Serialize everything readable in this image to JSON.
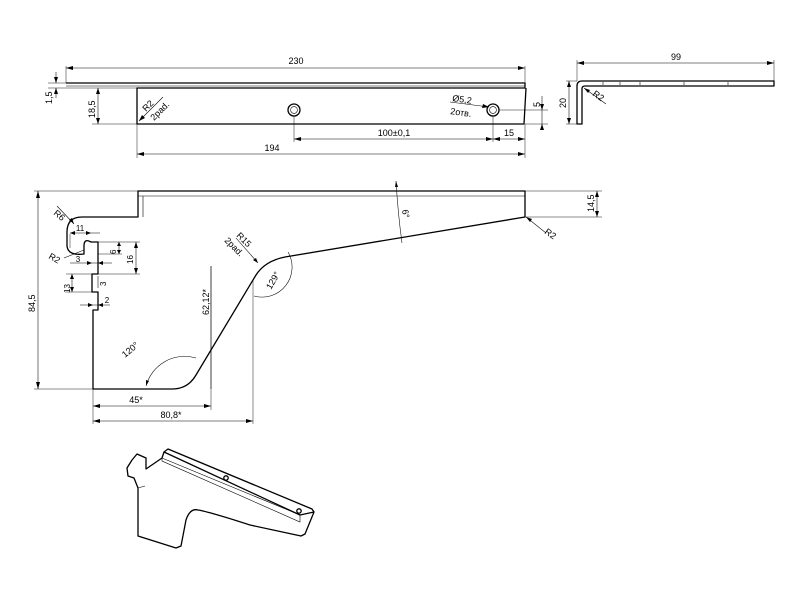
{
  "top_view": {
    "overall_length": "230",
    "thickness": "1,5",
    "height": "18,5",
    "bend_radius": "R2",
    "bend_note": "2pad.",
    "hole_note_diameter": "Ø5,2",
    "hole_note_count": "2отв.",
    "hole_offset": "5",
    "hole_spacing": "100±0,1",
    "end_distance": "15",
    "length_194": "194"
  },
  "side_view": {
    "width": "99",
    "height": "20",
    "radius": "R2"
  },
  "main_view": {
    "r6": "R6",
    "r2_left": "R2",
    "d11": "11",
    "d6": "6",
    "d16": "16",
    "d3a": "3",
    "d3b": "3",
    "d13": "13",
    "d2": "2",
    "h845": "84,5",
    "r15": "R15",
    "r15_note": "2pad.",
    "angle_129": "129°",
    "angle_6": "6°",
    "h145": "14,5",
    "r2_right": "R2",
    "d6212": "62,12*",
    "angle_120": "120°",
    "d45": "45*",
    "d808": "80,8*"
  }
}
